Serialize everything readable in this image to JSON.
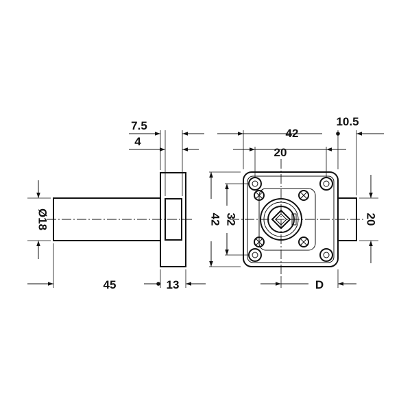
{
  "drawing": {
    "dimensions": {
      "d_7_5": "7.5",
      "d_4": "4",
      "d_42_top": "42",
      "d_10_5": "10.5",
      "d_20_top": "20",
      "d_diam_18": "Ø18",
      "d_32": "32",
      "d_42_side": "42",
      "d_20_side": "20",
      "d_45": "45",
      "d_13": "13",
      "d_D": "D"
    }
  }
}
